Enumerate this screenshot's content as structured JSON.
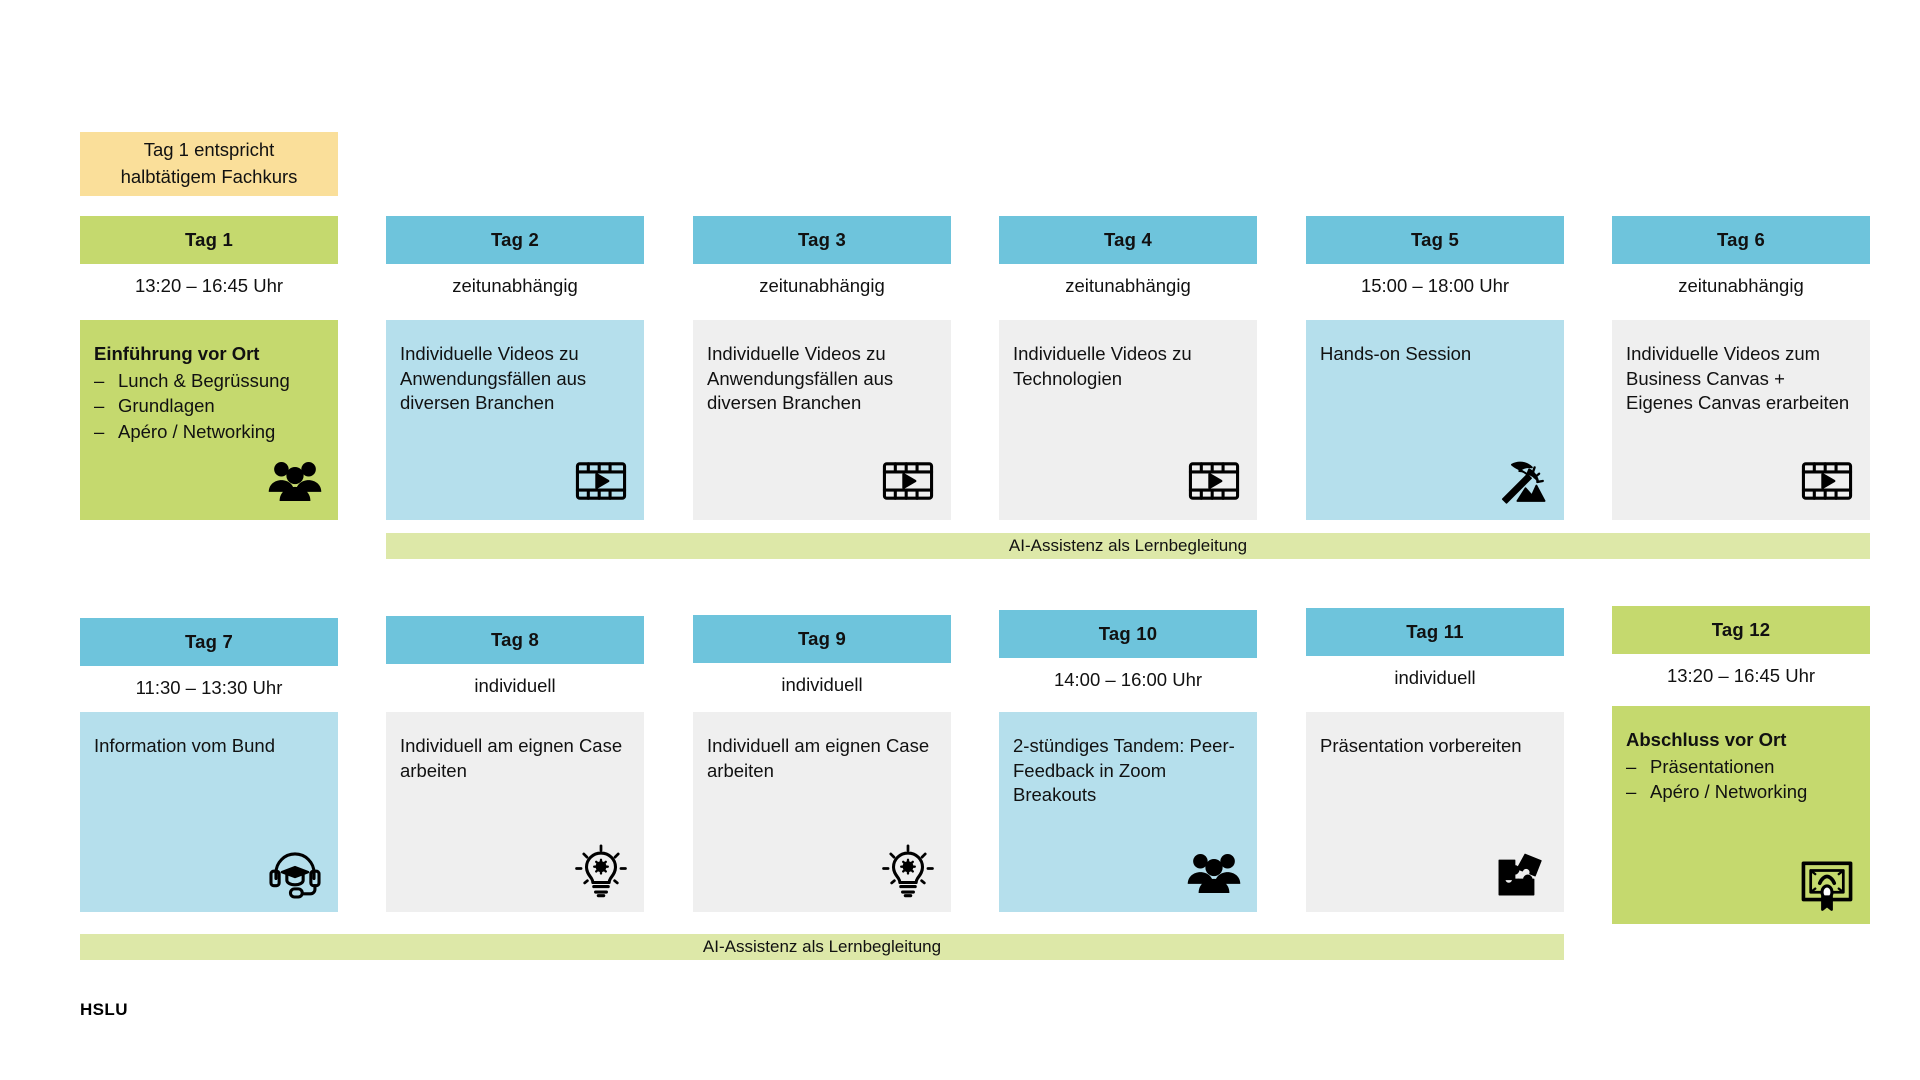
{
  "colors": {
    "green_header": "#c5d96e",
    "green_body": "#c5d96e",
    "teal_header": "#6ec4dc",
    "blue_body": "#b5dfec",
    "grey_body": "#efefef",
    "yellow_note": "#fadf9a",
    "ai_strip": "#dde8a8",
    "text": "#111111",
    "page_background": "#ffffff"
  },
  "note": {
    "line1": "Tag 1 entspricht",
    "line2": "halbtätigem Fachkurs"
  },
  "ai_strips": [
    {
      "label": "AI-Assistenz als Lernbegleitung"
    },
    {
      "label": "AI-Assistenz als Lernbegleitung"
    }
  ],
  "logo": {
    "text": "HSLU"
  },
  "days": [
    {
      "title": "Tag 1",
      "time": "13:20 – 16:45 Uhr",
      "head_color": "green",
      "body_color": "green",
      "body_title": "Einführung vor Ort",
      "bullets": [
        "Lunch & Begrüssung",
        "Grundlagen",
        "Apéro / Networking"
      ],
      "body_text": "",
      "icon": "people-group-icon"
    },
    {
      "title": "Tag 2",
      "time": "zeitunabhängig",
      "head_color": "teal",
      "body_color": "blue",
      "body_title": "",
      "bullets": [],
      "body_text": "Individuelle Videos zu Anwendungsfällen aus diversen Branchen",
      "icon": "video-film-icon"
    },
    {
      "title": "Tag 3",
      "time": "zeitunabhängig",
      "head_color": "teal",
      "body_color": "grey",
      "body_title": "",
      "bullets": [],
      "body_text": "Individuelle Videos zu Anwendungsfällen aus diversen Branchen",
      "icon": "video-film-icon"
    },
    {
      "title": "Tag 4",
      "time": "zeitunabhängig",
      "head_color": "teal",
      "body_color": "grey",
      "body_title": "",
      "bullets": [],
      "body_text": "Individuelle Videos zu Technologien",
      "icon": "video-film-icon"
    },
    {
      "title": "Tag 5",
      "time": "15:00 – 18:00 Uhr",
      "head_color": "teal",
      "body_color": "blue",
      "body_title": "",
      "bullets": [],
      "body_text": "Hands-on Session",
      "icon": "pickaxe-icon"
    },
    {
      "title": "Tag 6",
      "time": "zeitunabhängig",
      "head_color": "teal",
      "body_color": "grey",
      "body_title": "",
      "bullets": [],
      "body_text": "Individuelle Videos zum Business Canvas + Eigenes Canvas erarbeiten",
      "icon": "video-film-icon"
    },
    {
      "title": "Tag 7",
      "time": "11:30 – 13:30 Uhr",
      "head_color": "teal",
      "body_color": "blue",
      "body_title": "",
      "bullets": [],
      "body_text": "Information vom Bund",
      "icon": "headset-graduate-icon"
    },
    {
      "title": "Tag 8",
      "time": "individuell",
      "head_color": "teal",
      "body_color": "grey",
      "body_title": "",
      "bullets": [],
      "body_text": "Individuell am eignen Case arbeiten",
      "icon": "lightbulb-gear-icon"
    },
    {
      "title": "Tag 9",
      "time": "individuell",
      "head_color": "teal",
      "body_color": "grey",
      "body_title": "",
      "bullets": [],
      "body_text": "Individuell am eignen Case arbeiten",
      "icon": "lightbulb-gear-icon"
    },
    {
      "title": "Tag 10",
      "time": "14:00 – 16:00 Uhr",
      "head_color": "teal",
      "body_color": "blue",
      "body_title": "",
      "bullets": [],
      "body_text": "2-stündiges Tandem: Peer-Feedback in Zoom Breakouts",
      "icon": "people-group-icon"
    },
    {
      "title": "Tag 11",
      "time": "individuell",
      "head_color": "teal",
      "body_color": "grey",
      "body_title": "",
      "bullets": [],
      "body_text": "Präsentation vorbereiten",
      "icon": "puzzle-icon"
    },
    {
      "title": "Tag 12",
      "time": "13:20 – 16:45 Uhr",
      "head_color": "green",
      "body_color": "green",
      "body_title": "Abschluss vor Ort",
      "bullets": [
        "Präsentationen",
        "Apéro / Networking"
      ],
      "body_text": "",
      "icon": "certificate-icon"
    }
  ]
}
